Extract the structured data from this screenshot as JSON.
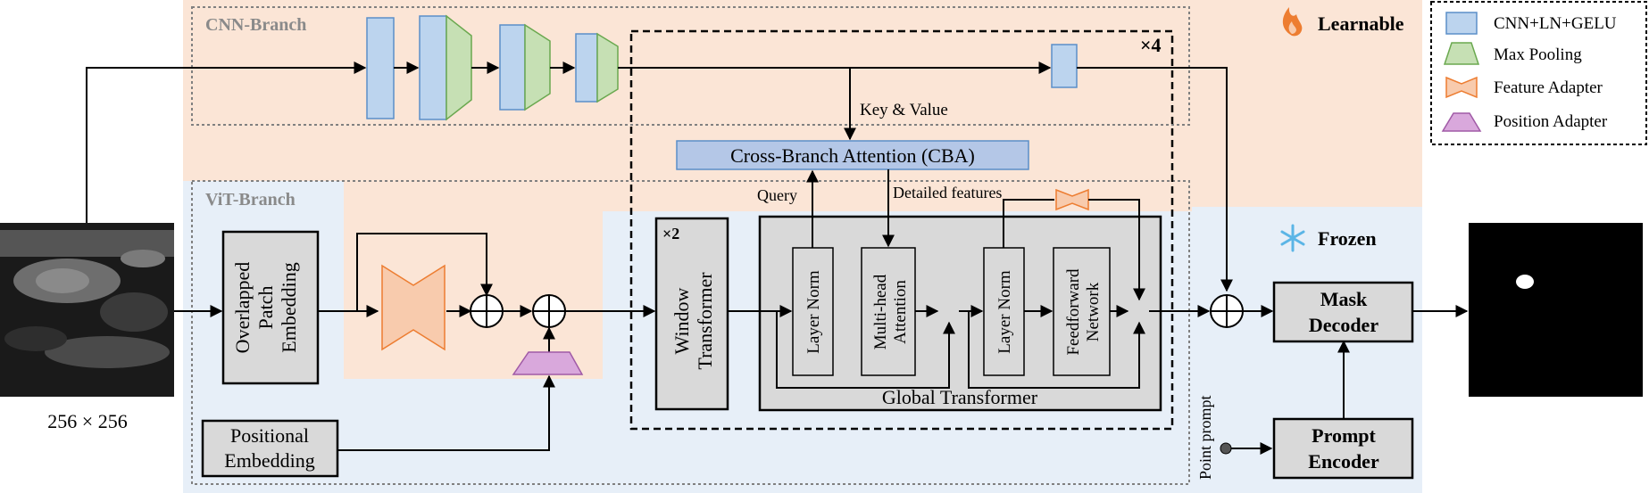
{
  "branches": {
    "cnn_label": "CNN-Branch",
    "vit_label": "ViT-Branch"
  },
  "legend": {
    "items": [
      {
        "label": "CNN+LN+GELU",
        "shape": "rect",
        "color": "#bcd4ee",
        "stroke": "#5b8fc9"
      },
      {
        "label": "Max Pooling",
        "shape": "trapezoid",
        "color": "#c6e0b4",
        "stroke": "#6aa84f"
      },
      {
        "label": "Feature Adapter",
        "shape": "bowtie",
        "color": "#f8cbad",
        "stroke": "#ed7d31"
      },
      {
        "label": "Position Adapter",
        "shape": "trapezoid",
        "color": "#d9a8dc",
        "stroke": "#a05aa6"
      }
    ]
  },
  "badges": {
    "learnable": "Learnable",
    "frozen": "Frozen",
    "learnable_icon": "fire-icon",
    "frozen_icon": "snowflake-icon"
  },
  "input": {
    "size_label": "256 × 256",
    "image": "ultrasound-input-image"
  },
  "vit": {
    "patch_embedding": [
      "Overlapped",
      "Patch",
      "Embedding"
    ],
    "positional_embedding": [
      "Positional",
      "Embedding"
    ]
  },
  "transformer": {
    "repeat_outer": "×4",
    "repeat_window": "×2",
    "window_transformer": [
      "Window",
      "Transformer"
    ],
    "global_transformer": "Global Transformer",
    "layer_norm": "Layer Norm",
    "attention": [
      "Multi-head",
      "Attention"
    ],
    "ffn": [
      "Feedforward",
      "Network"
    ],
    "cba": "Cross-Branch Attention (CBA)",
    "key_value": "Key & Value",
    "query": "Query",
    "detailed_features": "Detailed features"
  },
  "sam": {
    "mask_decoder": [
      "Mask",
      "Decoder"
    ],
    "prompt_encoder": [
      "Prompt",
      "Encoder"
    ],
    "point_prompt": "Point prompt"
  },
  "colors": {
    "learnable_bg": "#fbe5d6",
    "frozen_bg": "#e7eff8",
    "module_gray": "#d9d9d9",
    "cba_fill": "#b4c7e7"
  }
}
